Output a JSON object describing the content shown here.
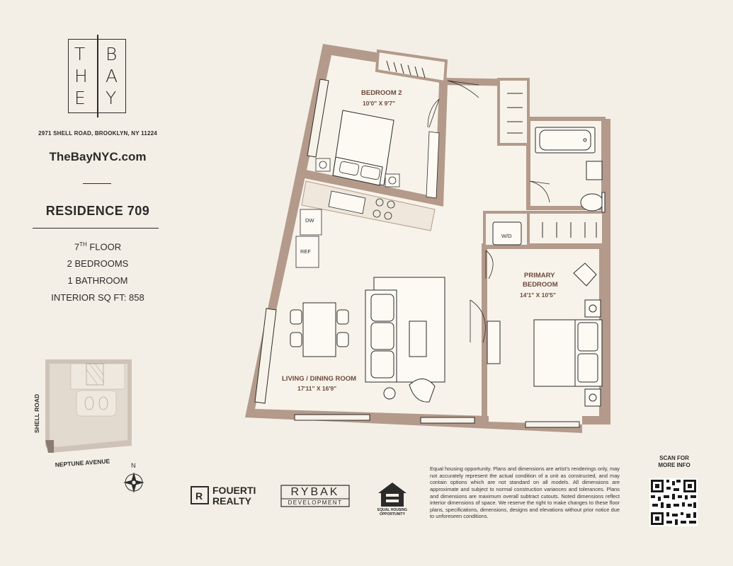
{
  "brand": {
    "logo_letters": [
      "T",
      "B",
      "H",
      "A",
      "E",
      "Y"
    ],
    "address": "2971 SHELL ROAD, BROOKLYN, NY 11224",
    "website": "TheBayNYC.com"
  },
  "residence": {
    "title": "RESIDENCE 709",
    "floor_number": "7",
    "floor_suffix": "TH",
    "floor_word": "FLOOR",
    "bedrooms": "2 BEDROOMS",
    "bathrooms": "1 BATHROOM",
    "sqft": "INTERIOR SQ FT: 858"
  },
  "rooms": {
    "bedroom2": {
      "name": "BEDROOM 2",
      "dims": "10'0\" X 9'7\""
    },
    "primary": {
      "name_line1": "PRIMARY",
      "name_line2": "BEDROOM",
      "dims": "14'1\" X 10'5\""
    },
    "living": {
      "name": "LIVING / DINING ROOM",
      "dims": "17'11\" X 16'9\""
    },
    "appliances": {
      "dw": "DW",
      "ref": "REF",
      "wd": "W/D"
    }
  },
  "keyplan": {
    "road_side": "SHELL ROAD",
    "road_bottom": "NEPTUNE AVENUE",
    "north": "N"
  },
  "partners": {
    "fouerti_line1": "FOUERTI",
    "fouerti_line2": "REALTY",
    "rybak_line1": "RYBAK",
    "rybak_line2": "DEVELOPMENT",
    "eho_line1": "EQUAL HOUSING",
    "eho_line2": "OPPORTUNITY"
  },
  "disclaimer": "Equal housing opportunity. Plans and dimensions are artist's renderings only, may not accurately represent the actual condition of a unit as constructed, and may contain options which are not standard on all models. All dimensions are approximate and subject to normal construction variances and tolerances. Plans and dimensions are maximum overall subtract cutouts. Noted dimensions reflect interior dimensions of space. We reserve the right to make changes to these floor plans, specifications, dimensions, designs and elevations without prior notice due to unforeseen conditions.",
  "qr": {
    "line1": "SCAN FOR",
    "line2": "MORE INFO"
  },
  "colors": {
    "wall": "#b39a8a",
    "floor": "#f8f3ea",
    "background": "#f4efe6",
    "ink": "#2b2b2b"
  }
}
